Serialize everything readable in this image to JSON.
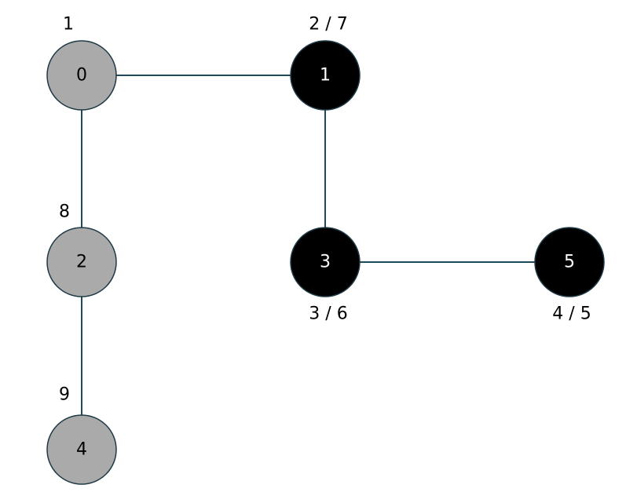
{
  "colors": {
    "edge": "#1f4a5c",
    "visited_fill": "#aaaaaa",
    "visited_text": "#000000",
    "finished_fill": "#000000",
    "finished_text": "#ffffff"
  },
  "nodes": [
    {
      "id": "0",
      "label": "0",
      "state": "visited",
      "time": "1"
    },
    {
      "id": "1",
      "label": "1",
      "state": "finished",
      "time": "2 / 7"
    },
    {
      "id": "2",
      "label": "2",
      "state": "visited",
      "time": "8"
    },
    {
      "id": "3",
      "label": "3",
      "state": "finished",
      "time": "3 / 6"
    },
    {
      "id": "4",
      "label": "4",
      "state": "visited",
      "time": "9"
    },
    {
      "id": "5",
      "label": "5",
      "state": "finished",
      "time": "4 / 5"
    }
  ],
  "edges": [
    {
      "from": "0",
      "to": "1"
    },
    {
      "from": "0",
      "to": "2"
    },
    {
      "from": "1",
      "to": "3"
    },
    {
      "from": "3",
      "to": "5"
    },
    {
      "from": "2",
      "to": "4"
    }
  ]
}
